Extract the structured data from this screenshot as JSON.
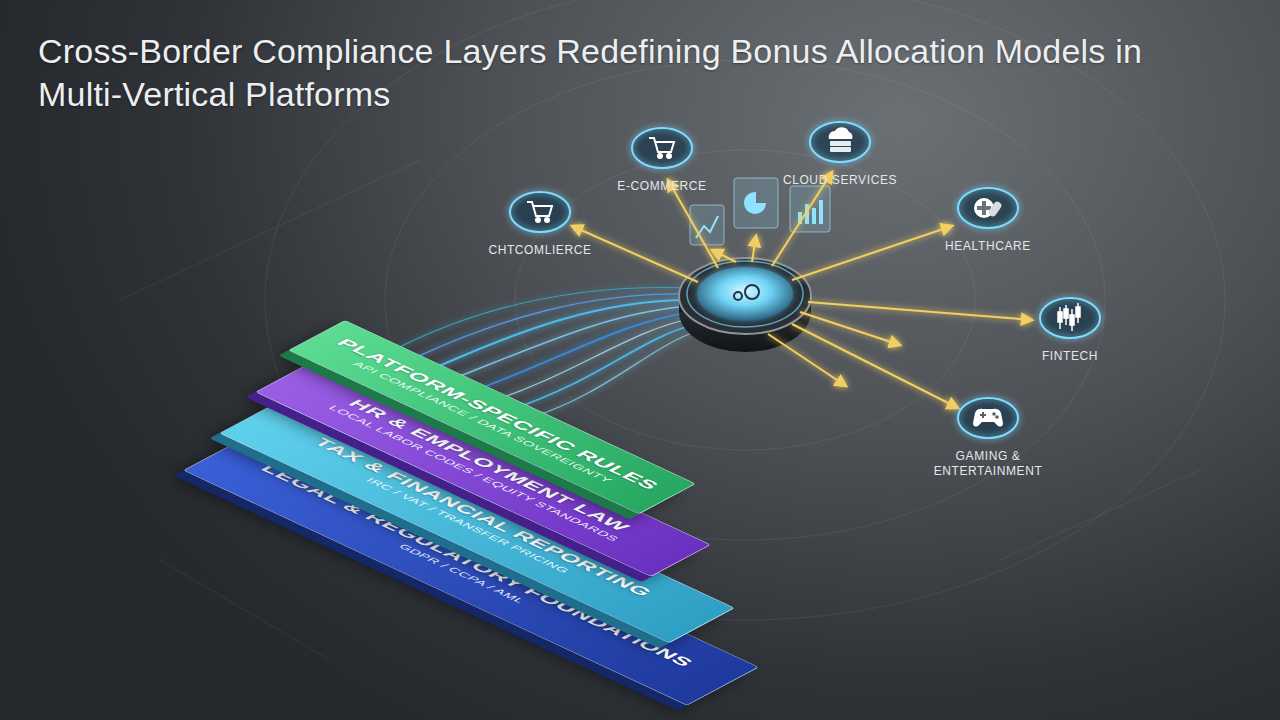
{
  "diagram": {
    "title": "Cross-Border Compliance Layers Redefining Bonus Allocation Models in Multi-Vertical Platforms",
    "nodes": [
      {
        "text": [
          "CHTCOMLIERCE"
        ]
      },
      {
        "text": [
          "E-COMMERCE"
        ]
      },
      {
        "text": [
          "CLOUD SERVICES"
        ]
      },
      {
        "text": [
          "HEALTHCARE"
        ]
      },
      {
        "text": [
          "FINTECH"
        ]
      },
      {
        "text": [
          "GAMING & ENTERTAINMENT"
        ]
      },
      {
        "text": [
          "PLATFORM-SPECIFIC RULES",
          "API COMPLIANCE / DATA SOVEREIGNTY"
        ]
      },
      {
        "text": [
          "HR & EMPLOYMENT LAW",
          "LOCAL LABOR CODES / EQUITY STANDARDS"
        ]
      },
      {
        "text": [
          "TAX & FINANCIAL REPORTING",
          "IRC / VAT / TRANSFER PRICING"
        ]
      },
      {
        "text": [
          "LEGAL & REGULATORY FOUNDATIONS",
          "GDPR / CCPA / AML"
        ]
      }
    ]
  }
}
